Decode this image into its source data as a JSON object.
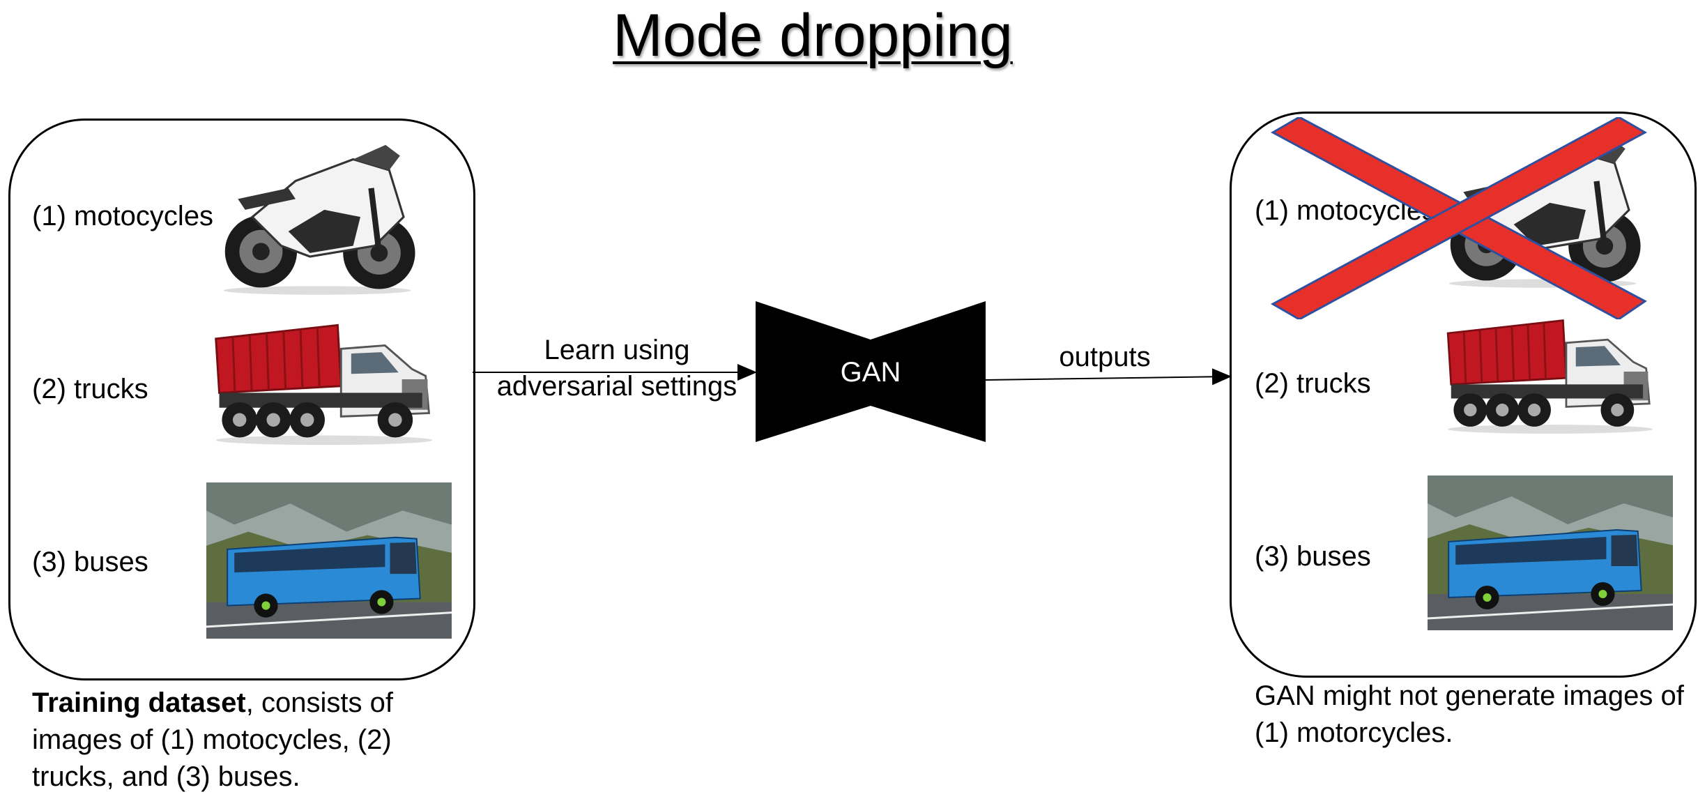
{
  "title": "Mode dropping",
  "training_panel": {
    "items": [
      {
        "label": "(1) motocycles",
        "icon": "motorcycle-image"
      },
      {
        "label": "(2) trucks",
        "icon": "dump-truck-image"
      },
      {
        "label": "(3) buses",
        "icon": "bus-image"
      }
    ],
    "caption_bold": "Training dataset",
    "caption_rest": ", consists of images of (1) motocycles, (2) trucks, and (3) buses."
  },
  "arrow_learn": {
    "line1": "Learn using",
    "line2": "adversarial settings"
  },
  "gan": {
    "label": "GAN"
  },
  "arrow_outputs": {
    "label": "outputs"
  },
  "output_panel": {
    "items": [
      {
        "label": "(1) motocycles",
        "icon": "motorcycle-image",
        "crossed_out": true
      },
      {
        "label": "(2) trucks",
        "icon": "dump-truck-image"
      },
      {
        "label": "(3) buses",
        "icon": "bus-image"
      }
    ],
    "caption": "GAN might not generate images of (1) motorcycles."
  },
  "colors": {
    "cross": "#e8302a",
    "cross_border": "#2f4f9f",
    "truck_bed": "#c01722",
    "bus_body": "#2a8ad6"
  }
}
